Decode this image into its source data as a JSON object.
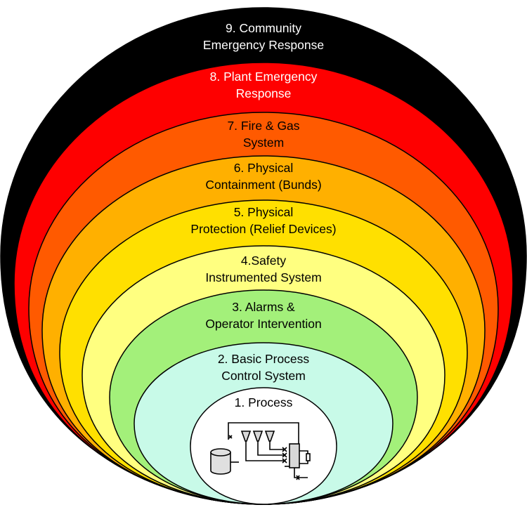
{
  "layers": [
    {
      "lines": [
        "9. Community",
        "Emergency Response"
      ],
      "fill": "#000000",
      "text_color": "#ffffff"
    },
    {
      "lines": [
        "8. Plant Emergency",
        "Response"
      ],
      "fill": "#fe0000",
      "text_color": "#ffffff"
    },
    {
      "lines": [
        "7. Fire & Gas",
        "System"
      ],
      "fill": "#ff5a00",
      "text_color": "#000000"
    },
    {
      "lines": [
        "6. Physical",
        "Containment (Bunds)"
      ],
      "fill": "#ffb000",
      "text_color": "#000000"
    },
    {
      "lines": [
        "5. Physical",
        "Protection (Relief Devices)"
      ],
      "fill": "#ffe000",
      "text_color": "#000000"
    },
    {
      "lines": [
        "4.Safety",
        "Instrumented System"
      ],
      "fill": "#ffff80",
      "text_color": "#000000"
    },
    {
      "lines": [
        "3. Alarms &",
        "Operator Intervention"
      ],
      "fill": "#a3f07a",
      "text_color": "#000000"
    },
    {
      "lines": [
        "2. Basic Process",
        "Control System"
      ],
      "fill": "#c8fae8",
      "text_color": "#000000"
    },
    {
      "lines": [
        "1. Process"
      ],
      "fill": "#ffffff",
      "text_color": "#000000"
    }
  ],
  "icons": [
    "process-schematic-icon"
  ]
}
